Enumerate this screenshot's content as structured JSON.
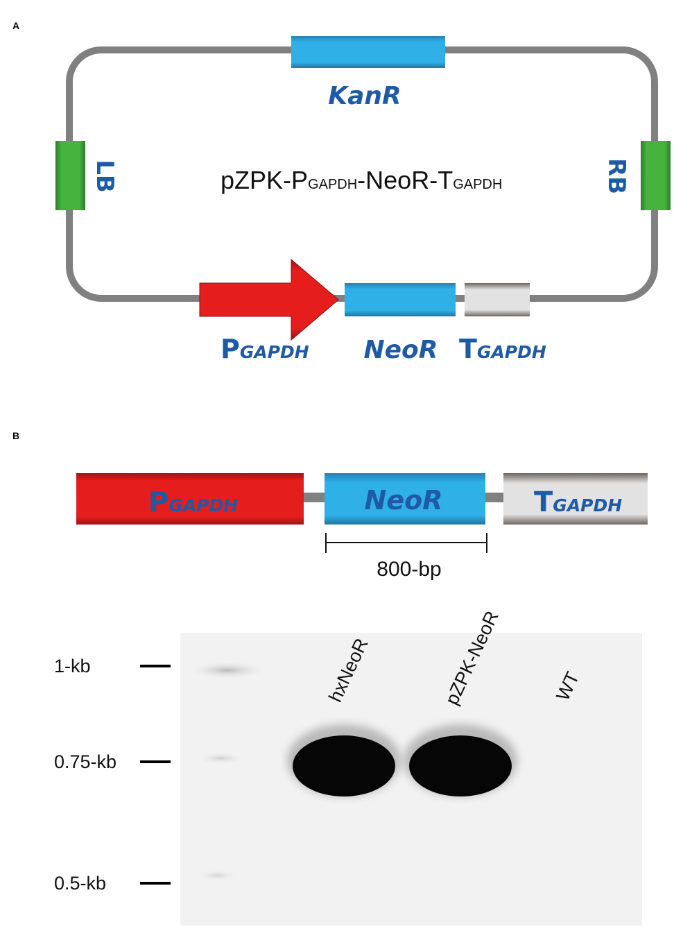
{
  "panelA": {
    "letter": "A",
    "plasmid": {
      "prefix": "pZPK-P",
      "sub1": "GAPDH",
      "mid": "-NeoR-T",
      "sub2": "GAPDH"
    },
    "kanR": "KanR",
    "lb": "LB",
    "rb": "RB",
    "promoter": {
      "main": "P",
      "sub": "GAPDH"
    },
    "neoR": "NeoR",
    "terminator": {
      "main": "T",
      "sub": "GAPDH"
    }
  },
  "panelB": {
    "letter": "B",
    "promoter": {
      "main": "P",
      "sub": "GAPDH"
    },
    "neoR": "NeoR",
    "terminator": {
      "main": "T",
      "sub": "GAPDH"
    },
    "size": "800-bp",
    "gel": {
      "markers": [
        "1-kb",
        "0.75-kb",
        "0.5-kb"
      ],
      "lanes": [
        "hxNeoR",
        "pZPK-NeoR",
        "WT"
      ]
    }
  },
  "colors": {
    "backbone": "#808080",
    "kanR": "#29a9df",
    "borders": "#3aa33a",
    "promoter": "#e31b1b",
    "neoR": "#29a9df",
    "terminator": "#dcdcdc",
    "label": "#1f5aa6"
  }
}
